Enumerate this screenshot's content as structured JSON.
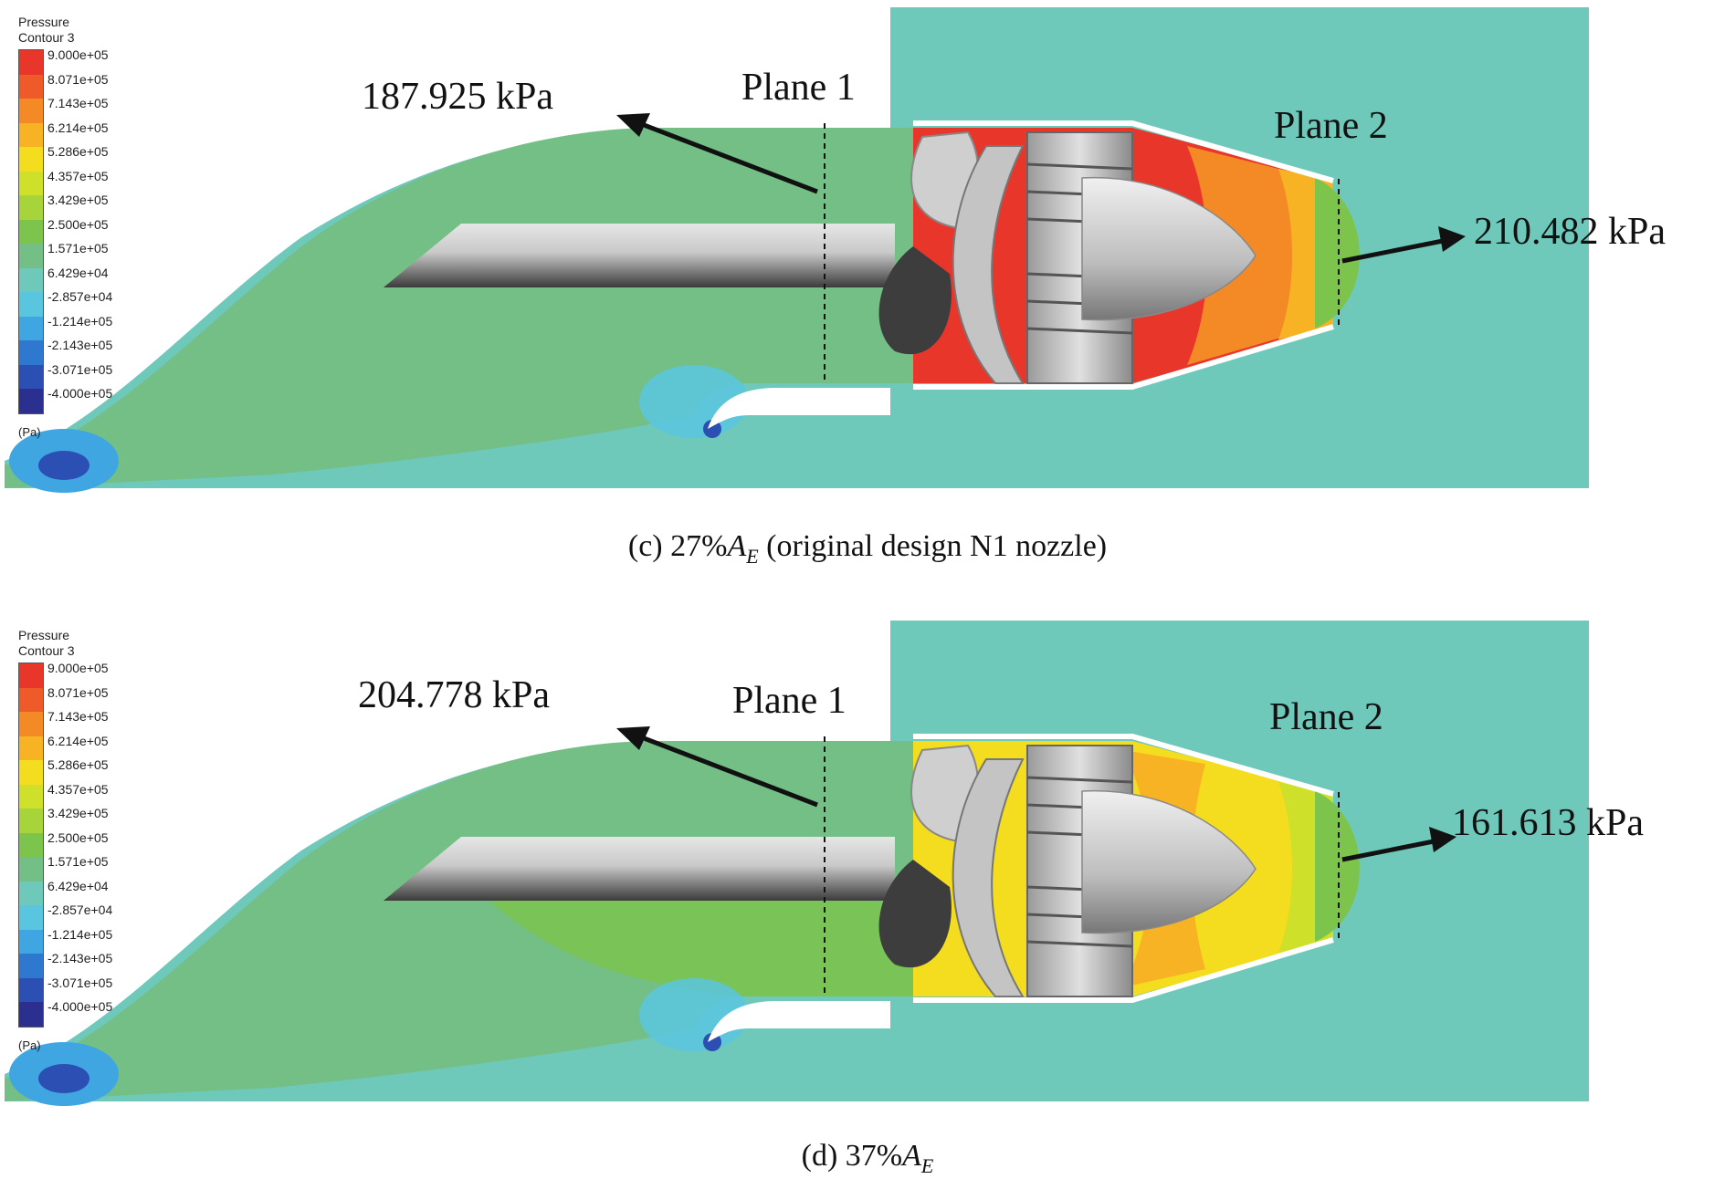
{
  "legend": {
    "title_line1": "Pressure",
    "title_line2": "Contour 3",
    "unit": "(Pa)",
    "ticks": [
      "9.000e+05",
      "8.071e+05",
      "7.143e+05",
      "6.214e+05",
      "5.286e+05",
      "4.357e+05",
      "3.429e+05",
      "2.500e+05",
      "1.571e+05",
      "6.429e+04",
      "-2.857e+04",
      "-1.214e+05",
      "-2.143e+05",
      "-3.071e+05",
      "-4.000e+05"
    ],
    "colors": [
      "#e8362b",
      "#ef5a2a",
      "#f48a26",
      "#f8b324",
      "#f4dc1f",
      "#cfe02a",
      "#a7d43a",
      "#7cc44b",
      "#73bf86",
      "#6ec9bb",
      "#5ac5df",
      "#3fa6e2",
      "#2f78cf",
      "#2c4fb3",
      "#2b2f8f"
    ]
  },
  "panels": [
    {
      "id": "c",
      "plane1_label": "Plane 1",
      "plane2_label": "Plane 2",
      "inlet_pressure": "187.925 kPa",
      "outlet_pressure": "210.482 kPa",
      "caption_prefix": "(c) 27%",
      "caption_symbol": "A",
      "caption_subscript": "E",
      "caption_suffix": " (original design N1 nozzle)",
      "colors": {
        "background": "#6ec9bb",
        "duct": "#73bf86",
        "nozzle_hot": "#e8362b",
        "nozzle_mid": "#f48a26",
        "nozzle_cool": "#f8b324",
        "exit": "#7cc44b"
      }
    },
    {
      "id": "d",
      "plane1_label": "Plane 1",
      "plane2_label": "Plane 2",
      "inlet_pressure": "204.778 kPa",
      "outlet_pressure": "161.613 kPa",
      "caption_prefix": "(d) 37%",
      "caption_symbol": "A",
      "caption_subscript": "E",
      "caption_suffix": "",
      "colors": {
        "background": "#6ec9bb",
        "duct": "#73bf86",
        "nozzle_hot": "#f4dc1f",
        "nozzle_mid": "#f8b324",
        "nozzle_cool": "#f4dc1f",
        "exit": "#7cc44b"
      }
    }
  ]
}
